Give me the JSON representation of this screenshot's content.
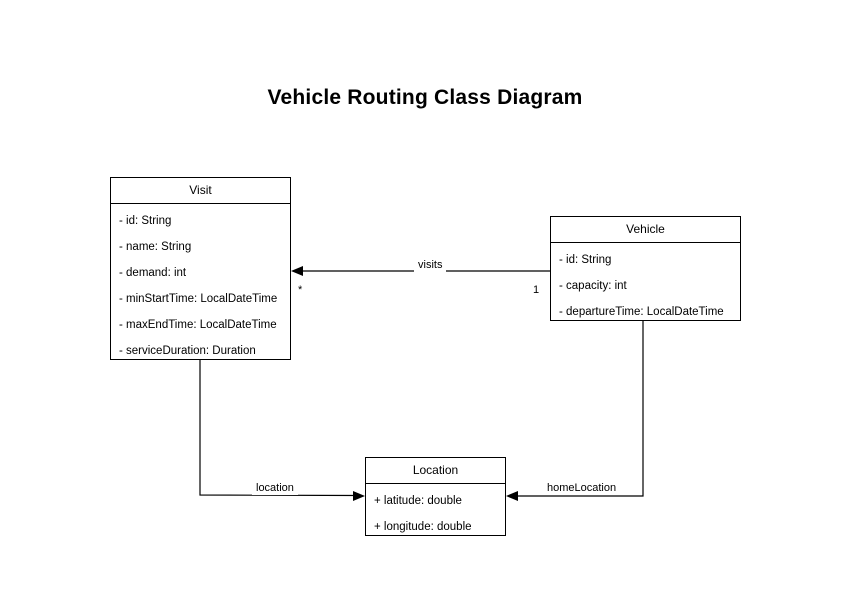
{
  "diagram": {
    "title": "Vehicle Routing Class Diagram",
    "background_color": "#ffffff",
    "line_color": "#000000",
    "text_color": "#000000",
    "type": "uml-class-diagram"
  },
  "classes": {
    "visit": {
      "name": "Visit",
      "attributes": [
        {
          "text": "- id: String"
        },
        {
          "text": "- name: String"
        },
        {
          "text": "- demand: int"
        },
        {
          "text": "- minStartTime: LocalDateTime"
        },
        {
          "text": "- maxEndTime: LocalDateTime"
        },
        {
          "text": "- serviceDuration: Duration"
        }
      ]
    },
    "vehicle": {
      "name": "Vehicle",
      "attributes": [
        {
          "text": "- id: String"
        },
        {
          "text": "- capacity: int"
        },
        {
          "text": "- departureTime: LocalDateTime"
        }
      ]
    },
    "location": {
      "name": "Location",
      "attributes": [
        {
          "text": "+ latitude: double"
        },
        {
          "text": "+ longitude: double"
        }
      ]
    }
  },
  "relationships": {
    "visits": {
      "label": "visits",
      "source": "Vehicle",
      "target": "Visit",
      "source_multiplicity": "1",
      "target_multiplicity": "*"
    },
    "location": {
      "label": "location",
      "source": "Visit",
      "target": "Location"
    },
    "home_location": {
      "label": "homeLocation",
      "source": "Vehicle",
      "target": "Location"
    }
  }
}
